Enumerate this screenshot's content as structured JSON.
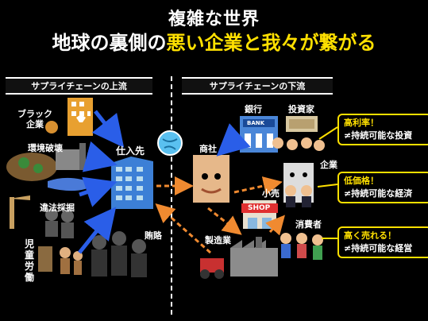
{
  "title": {
    "line1": "複雑な世界",
    "line2_prefix": "地球の裏側の",
    "line2_highlight": "悪い企業と我々が繋がる"
  },
  "headers": {
    "upstream": "サプライチェーンの上流",
    "downstream": "サプライチェーンの下流"
  },
  "upstream_labels": {
    "black_company": "ブラック\n企業",
    "environment": "環境破壊",
    "illegal_mining": "違法採掘",
    "child_labor": "児童労働",
    "supplier": "仕入先",
    "bribery": "賄賂"
  },
  "downstream_labels": {
    "bank": "銀行",
    "investor": "投資家",
    "trading_company": "商社",
    "company": "企業",
    "retail": "小売",
    "consumer": "消費者",
    "manufacturer": "製造業",
    "shop_sign": "SHOP",
    "bank_sign": "BANK"
  },
  "callouts": [
    {
      "title": "高利率！",
      "body": "≠持続可能な投資"
    },
    {
      "title": "低価格！",
      "body": "≠持続可能な経済"
    },
    {
      "title": "高く売れる！",
      "body": "≠持続可能な経営"
    }
  ],
  "colors": {
    "highlight": "#ffe000",
    "arrow_orange": "#f08a30",
    "arrow_blue": "#2a5ee8",
    "building_blue": "#3c7fd6"
  }
}
